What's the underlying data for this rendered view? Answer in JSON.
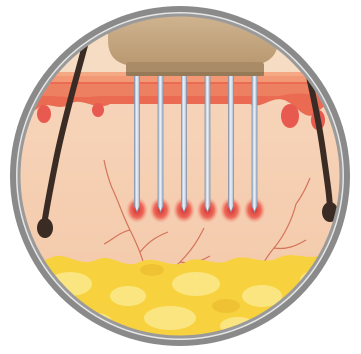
{
  "illustration": {
    "subject": "microneedling-skin-cross-section",
    "parts": [
      "frame-ring",
      "epidermis-layer",
      "dermis-layer",
      "fat-layer",
      "hair-follicle",
      "device-head",
      "needle",
      "puncture-mark",
      "blood-vessel"
    ],
    "needle_count": 6,
    "hair_count": 2,
    "colors": {
      "frame": "#8a8a8a",
      "frame_inner": "#d9d9d9",
      "dermis": "#f3c6a6",
      "dermis_light": "#f8d9c0",
      "epidermis_top": "#f6d2b2",
      "epidermis_red": "#e85a4f",
      "fat": "#f7d23e",
      "fat_light": "#fbe98c",
      "hair": "#3a2c24",
      "device": "#c9ac88",
      "device_dark": "#a98b67",
      "needle": "#b8c6d8",
      "needle_highlight": "#eef3f9",
      "puncture": "#e0403a",
      "vessel": "#c8573e"
    }
  }
}
